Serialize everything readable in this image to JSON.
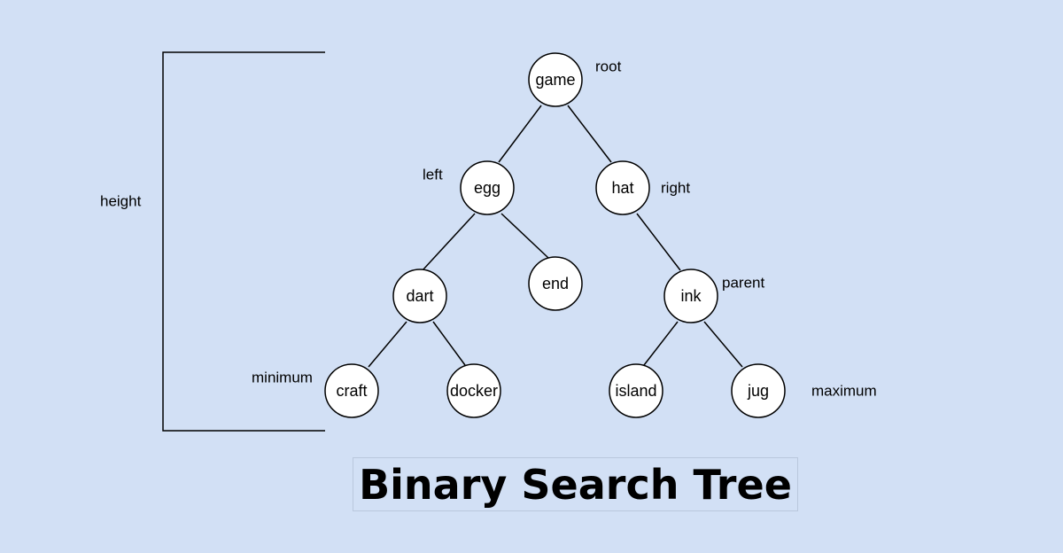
{
  "title": "Binary Search Tree",
  "nodes": {
    "game": "game",
    "egg": "egg",
    "hat": "hat",
    "dart": "dart",
    "end": "end",
    "ink": "ink",
    "craft": "craft",
    "docker": "docker",
    "island": "island",
    "jug": "jug"
  },
  "annotations": {
    "root": "root",
    "left": "left",
    "right": "right",
    "parent": "parent",
    "minimum": "minimum",
    "maximum": "maximum",
    "height": "height"
  },
  "colors": {
    "background": "#d2e0f5",
    "node_fill": "#ffffff",
    "stroke": "#000000"
  }
}
